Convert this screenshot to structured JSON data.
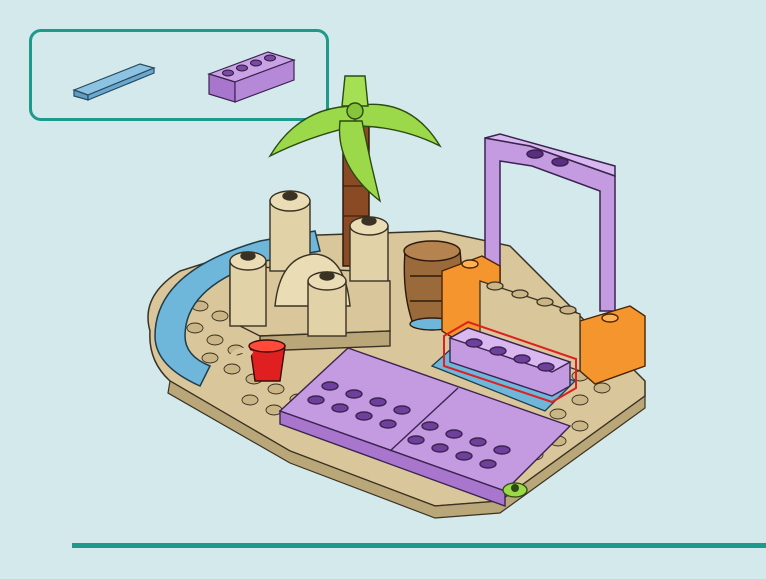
{
  "step": {
    "background_color": "#d3e9ec",
    "accent_color": "#1d9a8c"
  },
  "parts_callout": {
    "parts": [
      {
        "icon": "light-blue-tile-1x4",
        "color": "#7fb8da",
        "quantity": 1
      },
      {
        "icon": "lavender-brick-1x4",
        "color": "#b688d6",
        "quantity": 1
      }
    ]
  },
  "model": {
    "icon": "beach-pool-build",
    "colors": {
      "tan": "#d9c69a",
      "tan_dark": "#b9a679",
      "lavender": "#c49be0",
      "purple_stud": "#6f3f9c",
      "orange": "#f4952e",
      "pool_blue": "#6eb7db",
      "palm_green": "#9bd94a",
      "trunk_brown": "#8a4a24",
      "barrel_brown": "#9a6a3a",
      "bucket_red": "#e02020",
      "new_part_outline": "#e02020"
    }
  }
}
